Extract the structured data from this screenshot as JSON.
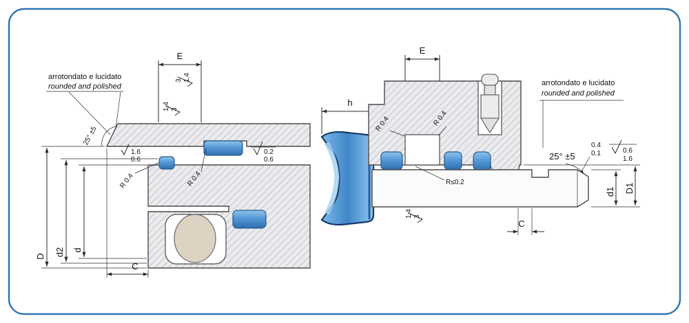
{
  "drawing": {
    "border_color": "#2e74b5",
    "left": {
      "note1": "arrotondato  e lucidato",
      "note2": "rounded and polished",
      "e": "E",
      "rough_a1": "3",
      "rough_a2": "1,4",
      "rough_b1": "1,4",
      "rough_b2": "3",
      "angle": "25° ±5",
      "bore_r1": "1.6",
      "bore_r2": "0.6",
      "face_r1": "0.2",
      "face_r2": "0.6",
      "r1": "R 0.4",
      "r2": "R 0.4",
      "D": "D",
      "d2": "d2",
      "d": "d",
      "C": "C"
    },
    "profile": {
      "h": "h"
    },
    "right": {
      "e": "E",
      "note1": "arrotondato e lucidato",
      "note2": "rounded and polished",
      "r1": "R 0.4",
      "r2": "R 0.4",
      "rmax": "R≤0.2",
      "angle": "25° ±5",
      "rough_rod1": "1,4",
      "rough_rod2": "3",
      "edge1": "0.4",
      "edge2": "0.1",
      "rough_end1": "0.6",
      "rough_end2": "1.6",
      "d1": "d1",
      "D1": "D1",
      "C": "C"
    }
  }
}
